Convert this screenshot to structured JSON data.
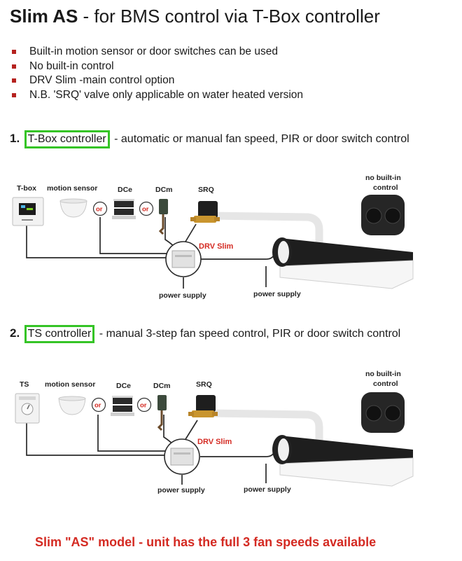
{
  "title": {
    "bold": "Slim AS",
    "rest": " - for BMS control via T-Box controller"
  },
  "bullets": [
    "Built-in motion sensor or door switches can be used",
    "No built-in control",
    "DRV Slim -main control option",
    "N.B. 'SRQ' valve only applicable on water heated version"
  ],
  "section1": {
    "num": "1.",
    "controller": "T-Box controller",
    "desc": " - automatic or manual fan speed, PIR or door switch control",
    "labels": {
      "controller": "T-box",
      "motion": "motion sensor",
      "dce": "DCe",
      "dcm": "DCm",
      "srq": "SRQ",
      "nobuilt1": "no built-in",
      "nobuilt2": "control",
      "drv": "DRV Slim",
      "power1": "power supply",
      "power2": "power supply",
      "or": "or"
    }
  },
  "section2": {
    "num": "2.",
    "controller": "TS controller",
    "desc": " - manual 3-step fan speed control, PIR or door switch control",
    "labels": {
      "controller": "TS",
      "motion": "motion sensor",
      "dce": "DCe",
      "dcm": "DCm",
      "srq": "SRQ",
      "nobuilt1": "no built-in",
      "nobuilt2": "control",
      "drv": "DRV Slim",
      "power1": "power supply",
      "power2": "power supply",
      "or": "or"
    }
  },
  "footer": "Slim \"AS\" model  - unit has the full 3 fan speeds available",
  "colors": {
    "accent_red": "#d42a22",
    "bullet_red": "#b5221f",
    "highlight_green": "#35c426"
  }
}
